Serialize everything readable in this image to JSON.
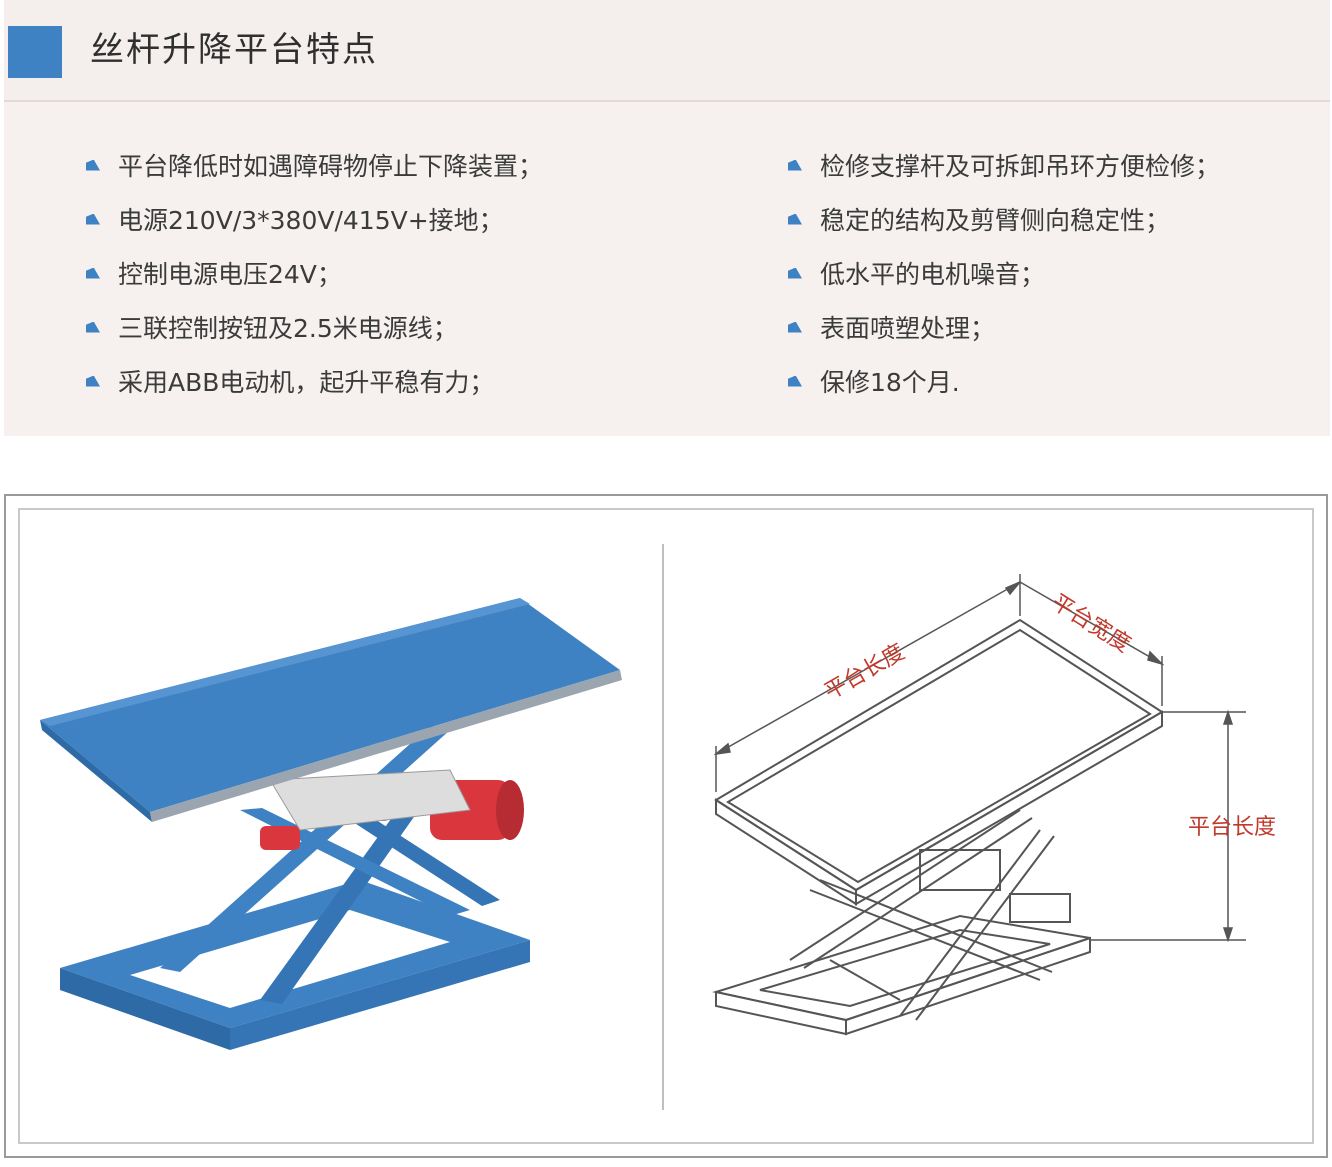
{
  "header": {
    "title": "丝杆升降平台特点",
    "accent_color": "#3f82c4"
  },
  "features": {
    "left": [
      "平台降低时如遇障碍物停止下降装置；",
      "电源210V/3*380V/415V+接地；",
      "控制电源电压24V；",
      "三联控制按钮及2.5米电源线；",
      "采用ABB电动机，起升平稳有力；"
    ],
    "right": [
      "检修支撑杆及可拆卸吊环方便检修；",
      "稳定的结构及剪臂侧向稳定性；",
      "低水平的电机噪音；",
      "表面喷塑处理；",
      "保修18个月."
    ]
  },
  "diagram": {
    "length_label_top": "平台长度",
    "width_label": "平台宽度",
    "height_label": "平台长度",
    "label_color": "#c0392b",
    "platform_color": "#3f82c4",
    "motor_color": "#d9363e"
  }
}
